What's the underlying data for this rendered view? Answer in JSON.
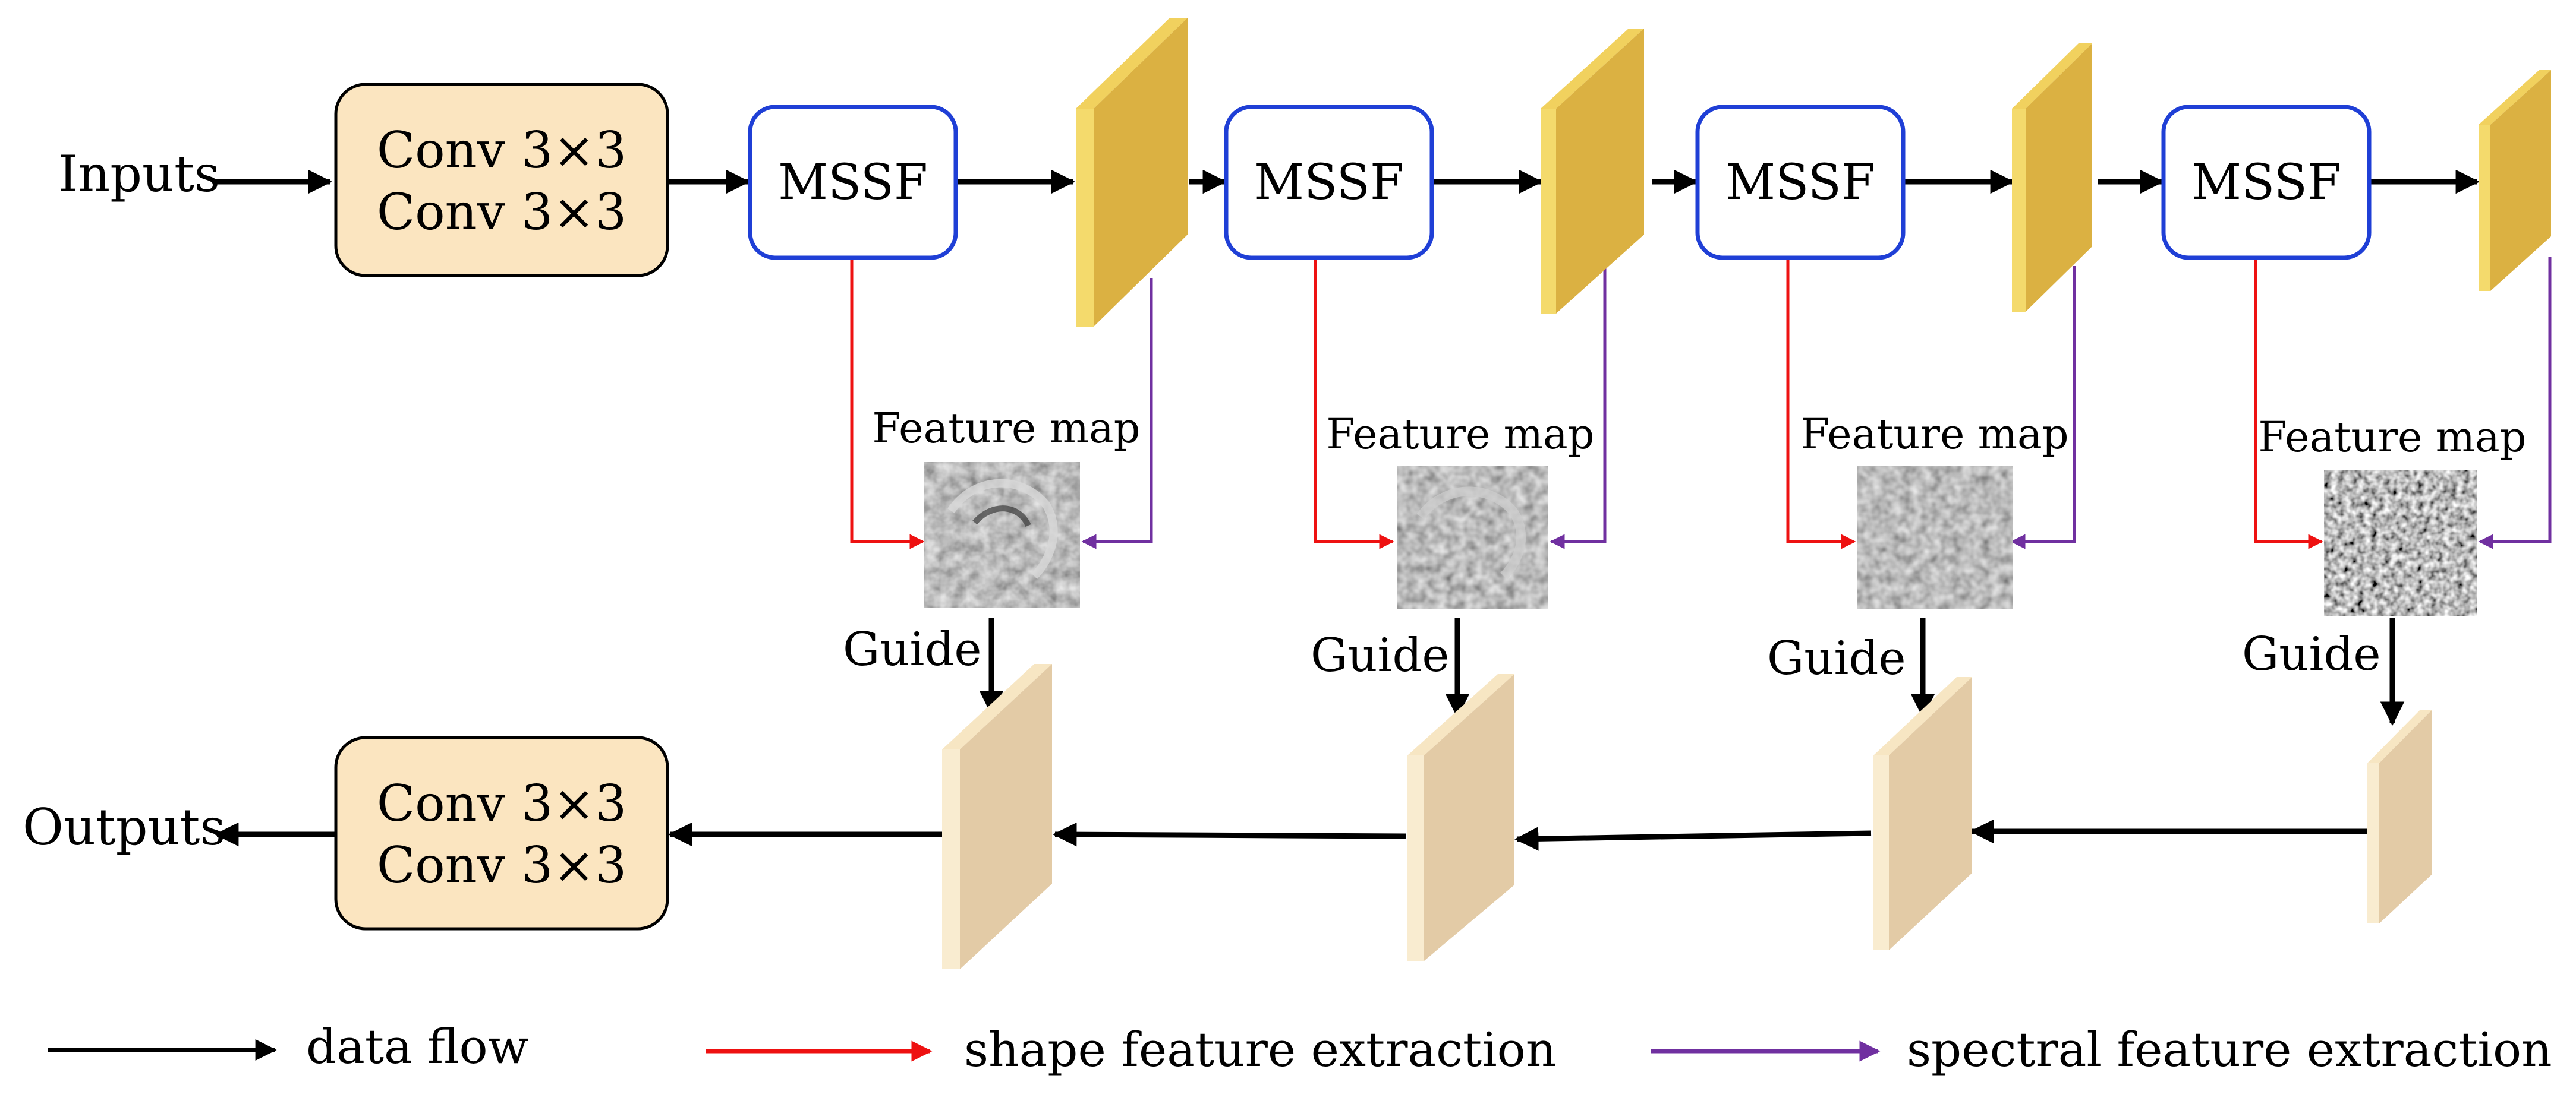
{
  "input_label": "Inputs",
  "output_label": "Outputs",
  "encoder_conv": {
    "line1": "Conv 3×3",
    "line2": "Conv 3×3"
  },
  "decoder_conv": {
    "line1": "Conv 3×3",
    "line2": "Conv 3×3"
  },
  "stages": [
    {
      "module": "MSSF",
      "feature_label": "Feature map",
      "guide_label": "Guide"
    },
    {
      "module": "MSSF",
      "feature_label": "Feature map",
      "guide_label": "Guide"
    },
    {
      "module": "MSSF",
      "feature_label": "Feature map",
      "guide_label": "Guide"
    },
    {
      "module": "MSSF",
      "feature_label": "Feature map",
      "guide_label": "Guide"
    }
  ],
  "legend": [
    {
      "label": "data flow",
      "color": "#000000"
    },
    {
      "label": "shape feature extraction",
      "color": "#ee1111"
    },
    {
      "label": "spectral feature extraction",
      "color": "#7030a0"
    }
  ],
  "colors": {
    "conv_fill": "#fbe5c0",
    "mssf_border": "#1f3fd6",
    "encoder_slab_front": "#dbb142",
    "encoder_slab_side": "#f1d15e",
    "decoder_slab_front": "#e3cba6",
    "decoder_slab_side": "#f7e6c3"
  }
}
